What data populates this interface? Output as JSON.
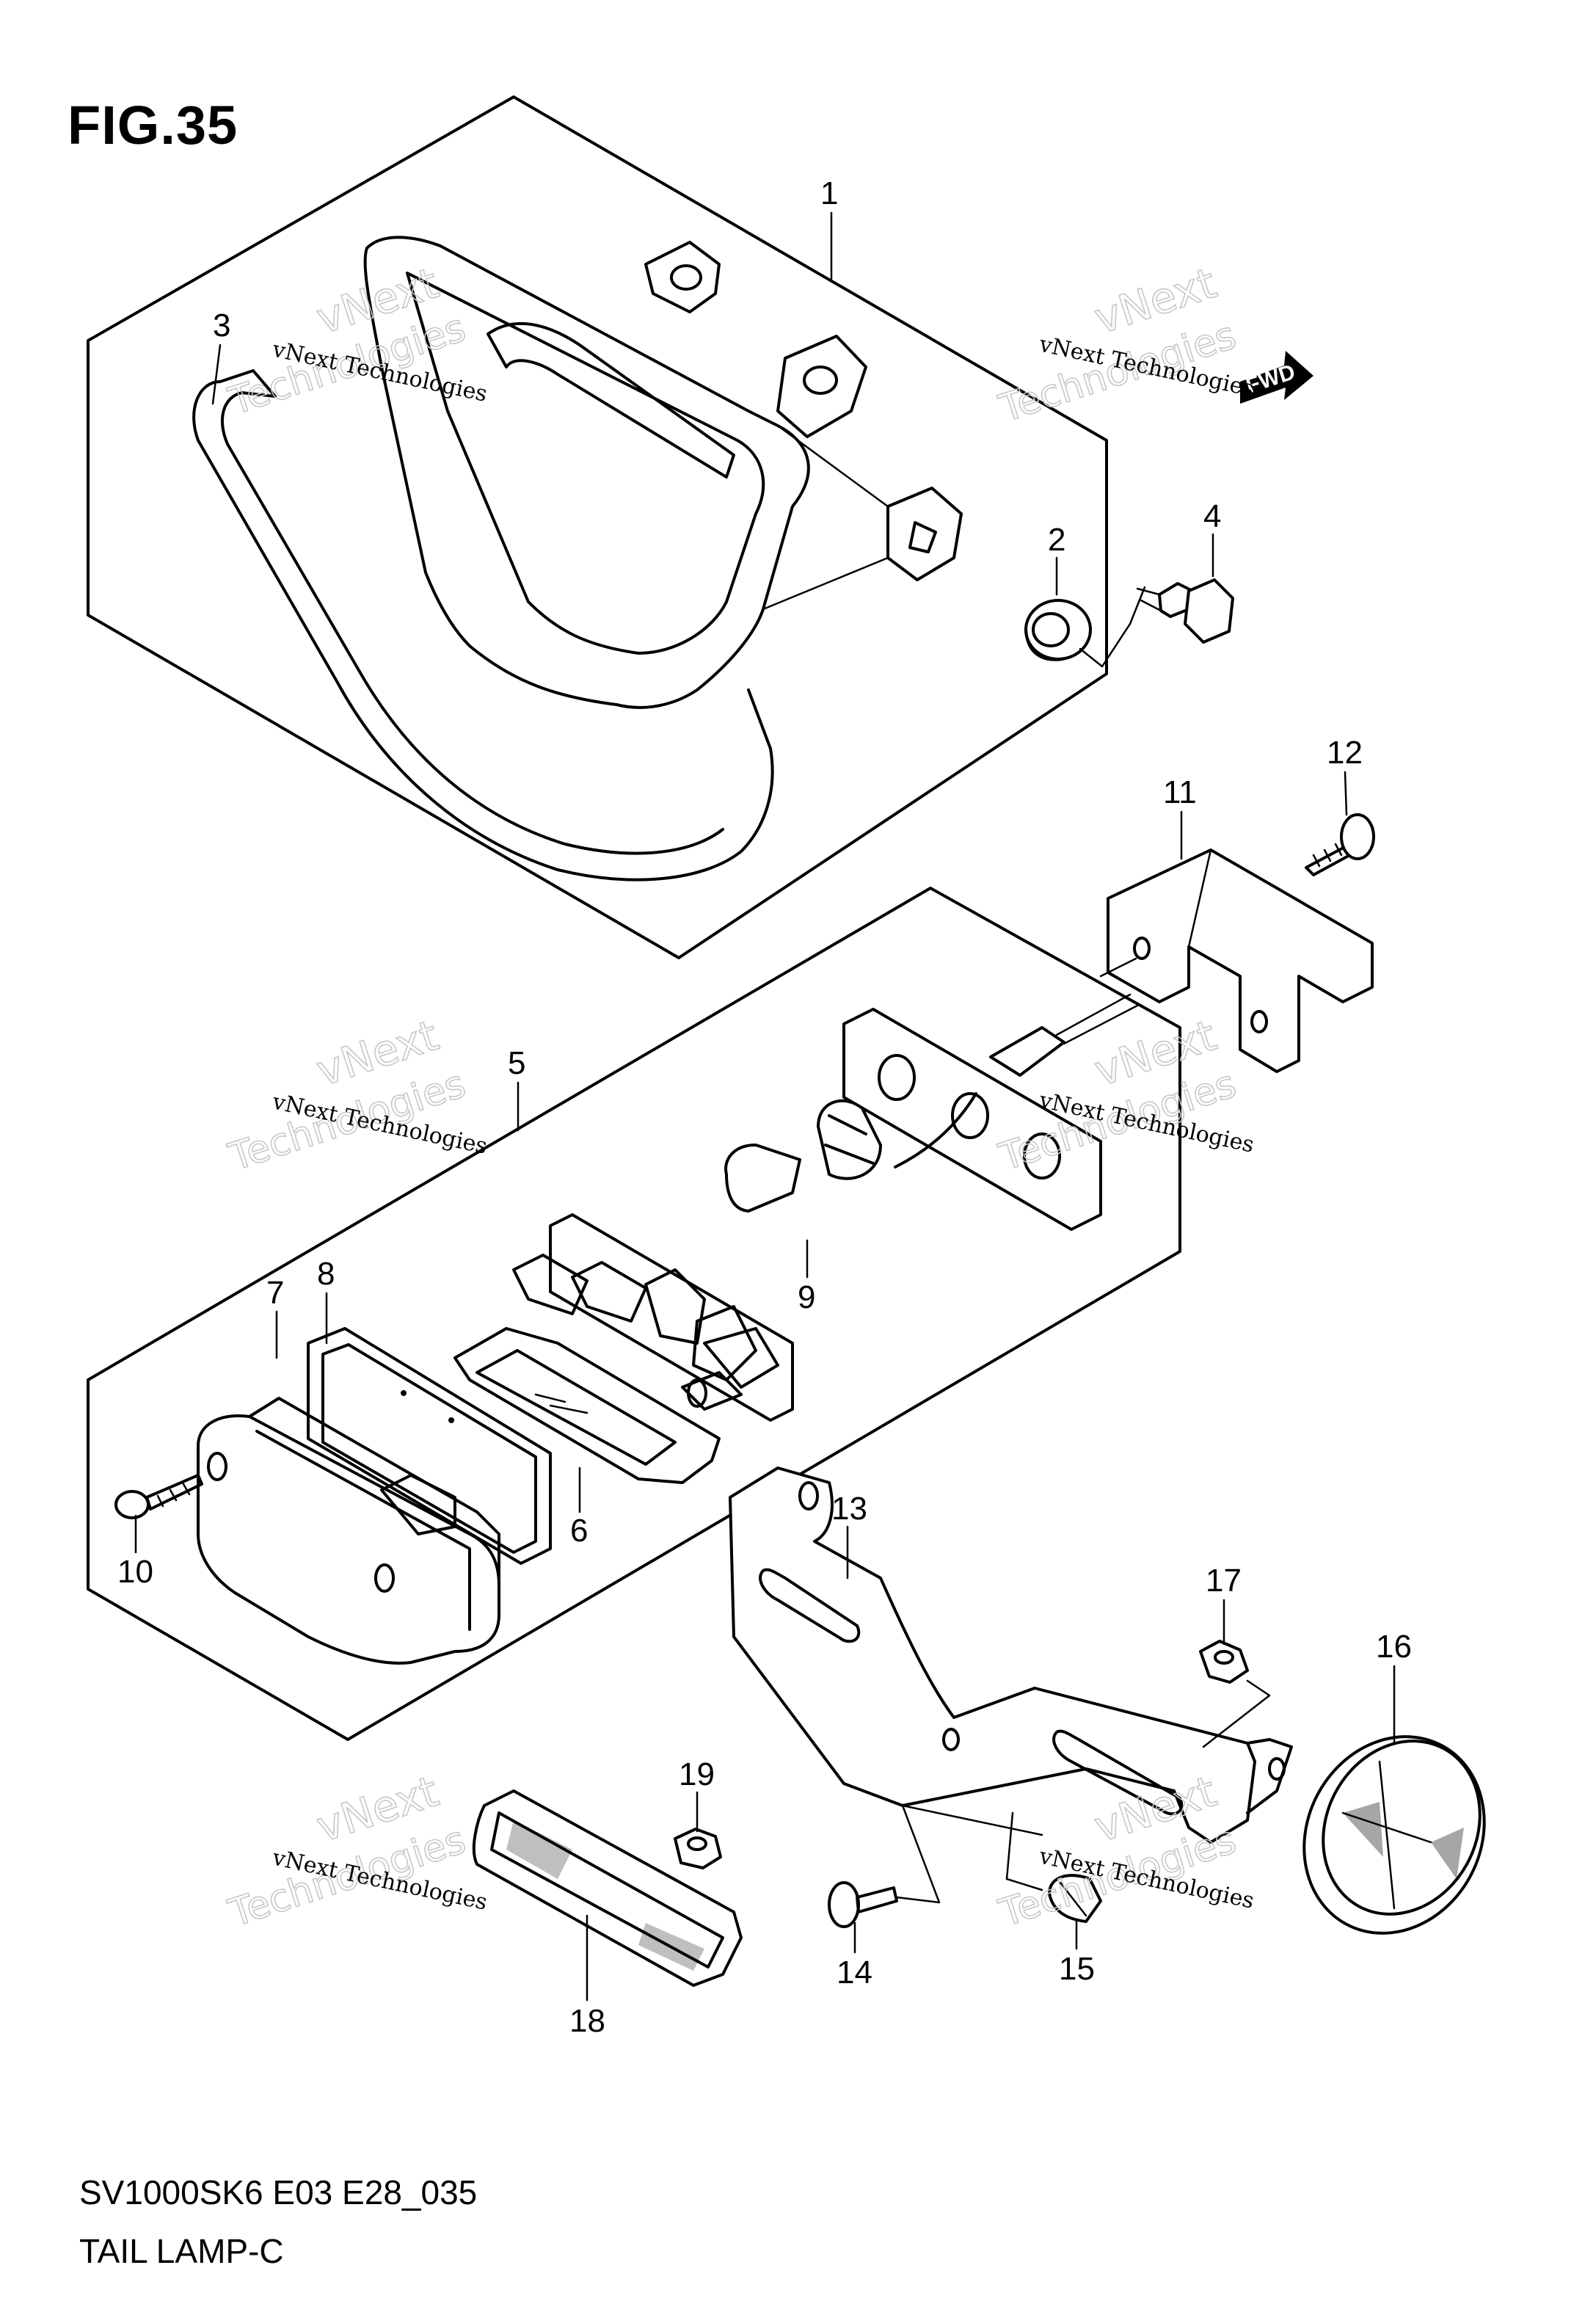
{
  "figure": {
    "title": "FIG.35",
    "model_code": "SV1000SK6 E03 E28_035",
    "assembly_name": "TAIL LAMP-C",
    "direction_tag": "FWD"
  },
  "watermark": {
    "company": "vNext Technologies",
    "word_top": "vNext",
    "word_bottom": "Technologies"
  },
  "callouts": [
    {
      "id": "c1",
      "label": "1"
    },
    {
      "id": "c2",
      "label": "2"
    },
    {
      "id": "c3",
      "label": "3"
    },
    {
      "id": "c4",
      "label": "4"
    },
    {
      "id": "c5",
      "label": "5"
    },
    {
      "id": "c6",
      "label": "6"
    },
    {
      "id": "c7",
      "label": "7"
    },
    {
      "id": "c8",
      "label": "8"
    },
    {
      "id": "c9",
      "label": "9"
    },
    {
      "id": "c10",
      "label": "10"
    },
    {
      "id": "c11",
      "label": "11"
    },
    {
      "id": "c12",
      "label": "12"
    },
    {
      "id": "c13",
      "label": "13"
    },
    {
      "id": "c14",
      "label": "14"
    },
    {
      "id": "c15",
      "label": "15"
    },
    {
      "id": "c16",
      "label": "16"
    },
    {
      "id": "c17",
      "label": "17"
    },
    {
      "id": "c18",
      "label": "18"
    },
    {
      "id": "c19",
      "label": "19"
    }
  ]
}
